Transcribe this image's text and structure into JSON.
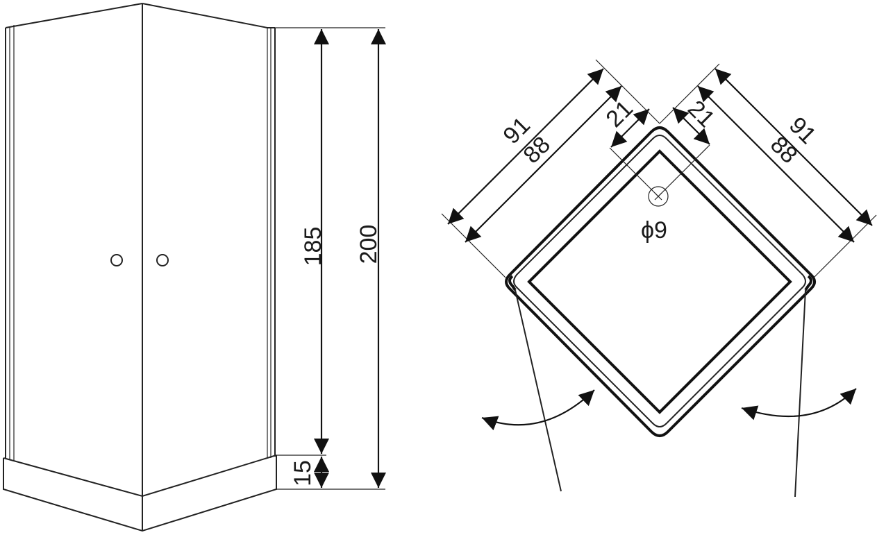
{
  "front_view": {
    "dimensions": {
      "height_inner": "185",
      "height_total": "200",
      "base_height": "15"
    }
  },
  "top_view": {
    "dimensions": {
      "left_outer": "91",
      "left_inner": "88",
      "right_outer": "91",
      "right_inner": "88",
      "drain_offset_left": "21",
      "drain_offset_right": "21",
      "drain_diameter": "ϕ9"
    }
  }
}
